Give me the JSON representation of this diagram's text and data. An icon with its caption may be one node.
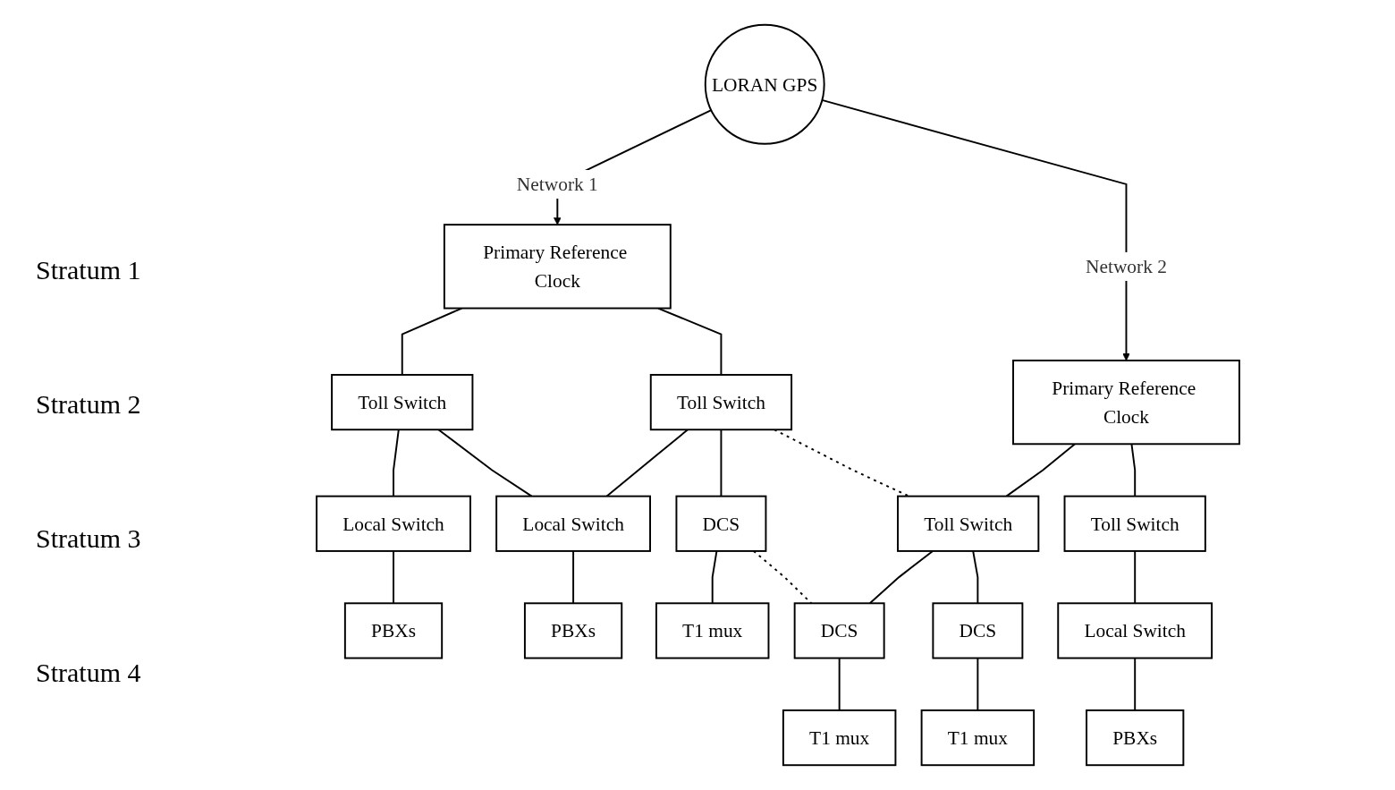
{
  "diagram": {
    "nodes": [
      {
        "text": [
          "LORAN GPS"
        ]
      },
      {
        "text": [
          "Primary Reference Clock"
        ]
      },
      {
        "text": [
          "Primary Reference Clock"
        ]
      },
      {
        "text": [
          "Toll Switch"
        ]
      },
      {
        "text": [
          "Toll Switch"
        ]
      },
      {
        "text": [
          "Toll Switch"
        ]
      },
      {
        "text": [
          "Toll Switch"
        ]
      },
      {
        "text": [
          "Local Switch"
        ]
      },
      {
        "text": [
          "Local Switch"
        ]
      },
      {
        "text": [
          "DCS"
        ]
      },
      {
        "text": [
          "DCS"
        ]
      },
      {
        "text": [
          "DCS"
        ]
      },
      {
        "text": [
          "Local Switch"
        ]
      },
      {
        "text": [
          "PBXs"
        ]
      },
      {
        "text": [
          "PBXs"
        ]
      },
      {
        "text": [
          "T1 mux"
        ]
      },
      {
        "text": [
          "T1 mux"
        ]
      },
      {
        "text": [
          "T1 mux"
        ]
      },
      {
        "text": [
          "PBXs"
        ]
      }
    ],
    "edges": [
      {
        "from": 0,
        "to": 1,
        "arrow": "to",
        "label": "Network 1"
      },
      {
        "from": 0,
        "to": 2,
        "arrow": "to",
        "label": "Network 2"
      },
      {
        "from": 1,
        "to": 3,
        "arrow": "none"
      },
      {
        "from": 1,
        "to": 4,
        "arrow": "none"
      },
      {
        "from": 2,
        "to": 5,
        "arrow": "none"
      },
      {
        "from": 2,
        "to": 6,
        "arrow": "none"
      },
      {
        "from": 3,
        "to": 7,
        "arrow": "none"
      },
      {
        "from": 3,
        "to": 8,
        "arrow": "none"
      },
      {
        "from": 4,
        "to": 8,
        "arrow": "none"
      },
      {
        "from": 4,
        "to": 9,
        "arrow": "none"
      },
      {
        "from": 5,
        "to": 10,
        "arrow": "none"
      },
      {
        "from": 5,
        "to": 11,
        "arrow": "none"
      },
      {
        "from": 6,
        "to": 12,
        "arrow": "none"
      },
      {
        "from": 7,
        "to": 13,
        "arrow": "none"
      },
      {
        "from": 8,
        "to": 14,
        "arrow": "none"
      },
      {
        "from": 9,
        "to": 15,
        "arrow": "none"
      },
      {
        "from": 10,
        "to": 16,
        "arrow": "none"
      },
      {
        "from": 11,
        "to": 17,
        "arrow": "none"
      },
      {
        "from": 12,
        "to": 18,
        "arrow": "none"
      },
      {
        "from": 4,
        "to": 5,
        "arrow": "none",
        "style": "dashed"
      },
      {
        "from": 9,
        "to": 10,
        "arrow": "none",
        "style": "dashed"
      }
    ],
    "labels": [
      "Stratum 1",
      "Stratum 2",
      "Stratum 3",
      "Stratum 4"
    ]
  }
}
